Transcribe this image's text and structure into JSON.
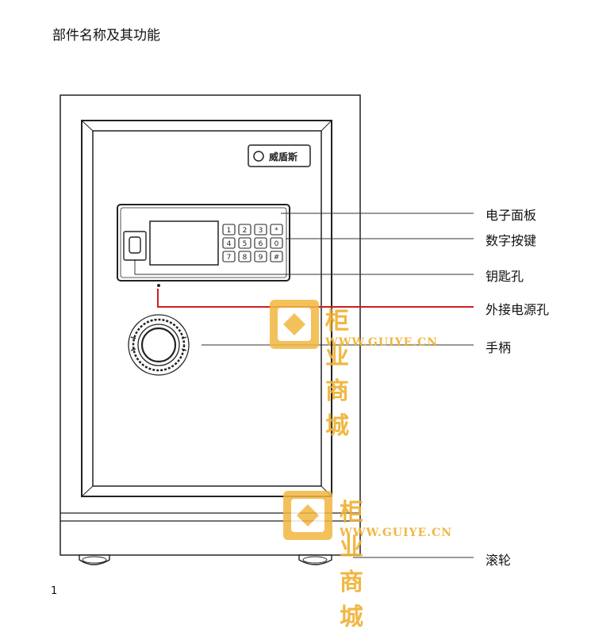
{
  "page": {
    "title": "部件名称及其功能",
    "page_number": "1"
  },
  "brand": {
    "logo_text": "威盾斯"
  },
  "keypad": {
    "keys": [
      "1",
      "2",
      "3",
      "*",
      "4",
      "5",
      "6",
      "0",
      "7",
      "8",
      "9",
      "#"
    ]
  },
  "labels": {
    "panel": "电子面板",
    "keys": "数字按键",
    "keyhole": "钥匙孔",
    "power": "外接电源孔",
    "handle": "手柄",
    "wheels": "滚轮"
  },
  "watermark": {
    "name": "柜业商城",
    "url": "WWW.GUIYE.CN"
  },
  "colors": {
    "callout_highlight": "#cc1f1f",
    "watermark": "#f0b030",
    "line": "#222222"
  }
}
